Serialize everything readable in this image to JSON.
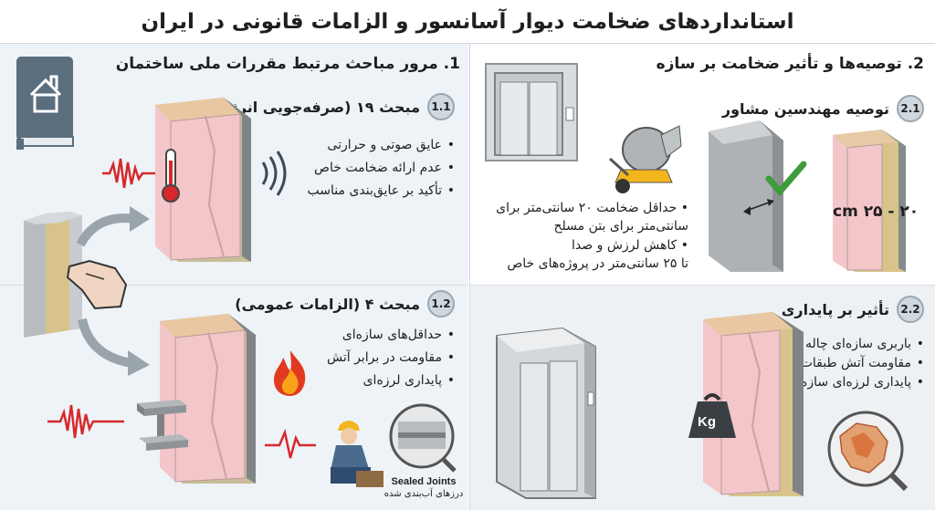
{
  "title": "استانداردهای ضخامت دیوار آسانسور و الزامات قانونی در ایران",
  "left": {
    "heading": "1. مرور مباحث مرتبط مقررات ملی ساختمان",
    "topic19": {
      "badge": "1.1",
      "title": "مبحث ۱۹ (صرفه‌جویی انرژی)",
      "items": [
        "عایق صوتی و حرارتی",
        "عدم ارائه ضخامت خاص",
        "تأکید بر عایق‌بندی مناسب"
      ]
    },
    "topic4": {
      "badge": "1.2",
      "title": "مبحث ۴ (الزامات عمومی)",
      "items": [
        "حداقل‌های سازه‌ای",
        "مقاومت در برابر آتش",
        "پایداری لرزه‌ای"
      ]
    },
    "sealed_en": "Sealed Joints",
    "sealed_fa": "درزهای آب‌بندی شده"
  },
  "right": {
    "heading": "2. توصیه‌ها و تأثیر ضخامت بر سازه",
    "engineers": {
      "badge": "2.1",
      "title": "توصیه مهندسین مشاور",
      "lines": [
        "• حداقل ضخامت ۲۰ سانتی‌متر برای",
        "سانتی‌متر برای بتن مسلح",
        "• کاهش لرزش و صدا",
        "تا ۲۵ سانتی‌متر در پروژه‌های خاص"
      ],
      "thickness": "۲۰ - ۲۵ cm"
    },
    "impact": {
      "badge": "2.2",
      "title": "تأثیر بر پایداری",
      "items": [
        "باربری سازه‌ای چاله",
        "مقاومت آتش طبقات",
        "پایداری لرزه‌ای سازه"
      ],
      "weight": "Kg"
    }
  },
  "colors": {
    "pink": "#f3c6c9",
    "wool": "#d8c48a",
    "concrete": "#b9bcbe",
    "accent_red": "#d8282b",
    "check_green": "#3e9c3a",
    "book": "#5b6e7e"
  },
  "icons": [
    "book-house-icon",
    "thermometer-icon",
    "sound-waves-icon",
    "vibration-wave-icon",
    "arrow-icon",
    "hand-icon",
    "steel-beam-icon",
    "fire-icon",
    "worker-icon",
    "magnifier-icon",
    "elevator-icon",
    "concrete-mixer-icon",
    "check-icon",
    "weight-icon",
    "iran-map-icon"
  ]
}
